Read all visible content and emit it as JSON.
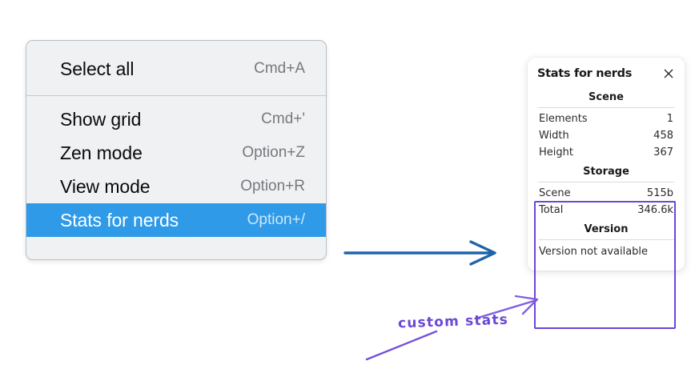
{
  "context_menu": {
    "sections": [
      {
        "items": [
          {
            "label": "Select all",
            "shortcut": "Cmd+A",
            "selected": false
          }
        ]
      },
      {
        "items": [
          {
            "label": "Show grid",
            "shortcut": "Cmd+'",
            "selected": false
          },
          {
            "label": "Zen mode",
            "shortcut": "Option+Z",
            "selected": false
          },
          {
            "label": "View mode",
            "shortcut": "Option+R",
            "selected": false
          },
          {
            "label": "Stats for nerds",
            "shortcut": "Option+/",
            "selected": true
          }
        ]
      }
    ],
    "highlight_color": "#2f9ae8",
    "background_color": "#f0f1f3"
  },
  "stats_panel": {
    "title": "Stats for nerds",
    "close_icon": "close-icon",
    "sections": [
      {
        "heading": "Scene",
        "rows": [
          {
            "key": "Elements",
            "value": "1"
          },
          {
            "key": "Width",
            "value": "458"
          },
          {
            "key": "Height",
            "value": "367"
          }
        ]
      },
      {
        "heading": "Storage",
        "rows": [
          {
            "key": "Scene",
            "value": "515b"
          },
          {
            "key": "Total",
            "value": "346.6k"
          }
        ]
      },
      {
        "heading": "Version",
        "single": "Version not available"
      }
    ]
  },
  "annotations": {
    "custom_stats_label": "custom stats",
    "purple": "#6b47d6",
    "blue": "#1f63a8"
  }
}
